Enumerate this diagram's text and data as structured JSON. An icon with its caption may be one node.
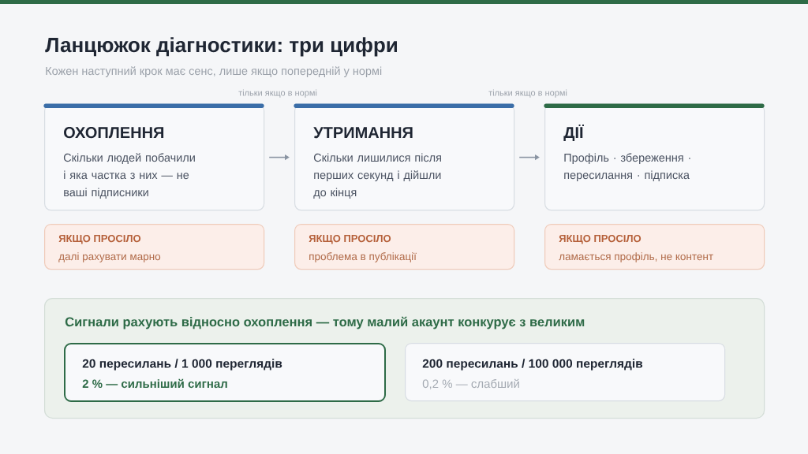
{
  "diagram": {
    "title": "Ланцюжок діагностики: три цифри",
    "nodes": [
      {
        "text": [
          "ОХОПЛЕННЯ",
          "Скільки людей побачили і яка частка з них — не ваші підписники"
        ]
      },
      {
        "text": [
          "УТРИМАННЯ",
          "Скільки лишилися після перших секунд і дійшли до кінця"
        ]
      },
      {
        "text": [
          "ДІЇ",
          "Профіль · збереження · пересилання · підписка"
        ]
      },
      {
        "text": [
          "ЯКЩО ПРОСІЛО",
          "далі рахувати марно"
        ]
      },
      {
        "text": [
          "ЯКЩО ПРОСІЛО",
          "проблема в публікації"
        ]
      },
      {
        "text": [
          "ЯКЩО ПРОСІЛО",
          "ламається профіль, не контент"
        ]
      },
      {
        "text": [
          "Сигнали рахують відносно охоплення — тому малий акаунт конкурує з великим"
        ]
      },
      {
        "text": [
          "20 пересилань / 1 000 переглядів",
          "2 % — сильніший сигнал"
        ],
        "in": 6
      },
      {
        "text": [
          "200 пересилань / 100 000 переглядів",
          "0,2 % — слабший"
        ],
        "in": 6
      }
    ],
    "edges": [
      {
        "from": 0,
        "to": 1,
        "arrow": "to"
      },
      {
        "from": 1,
        "to": 2,
        "arrow": "to"
      }
    ],
    "labels": [
      "Кожен наступний крок має сенс, лише якщо попередній у нормі",
      "тільки якщо в нормі",
      "тільки якщо в нормі"
    ]
  }
}
